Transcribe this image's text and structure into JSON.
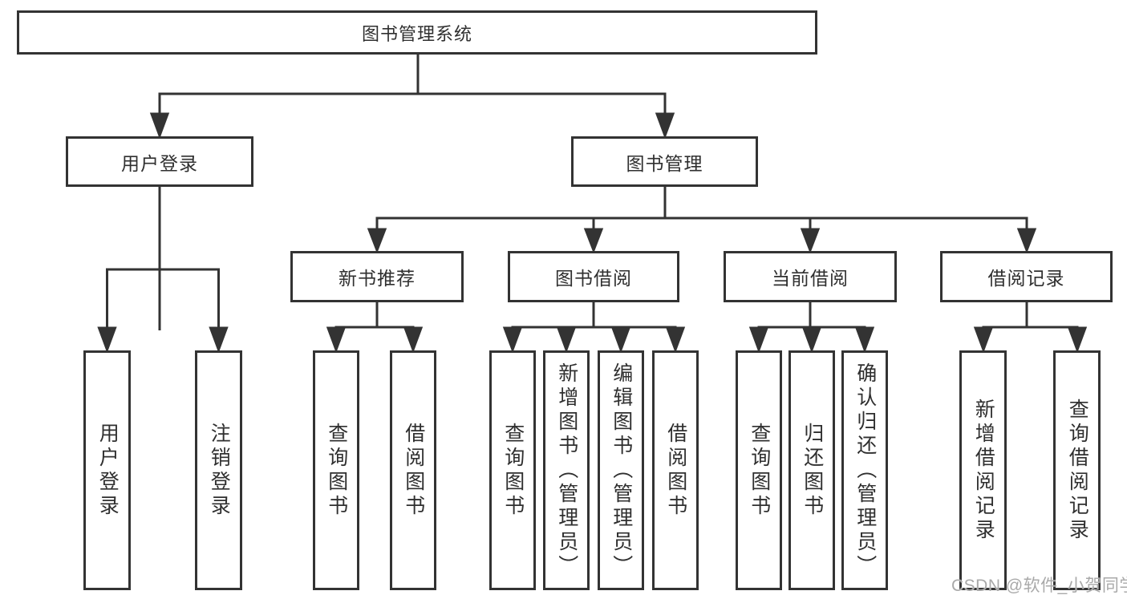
{
  "diagram": {
    "title": "图书管理系统",
    "nodes": {
      "root": "图书管理系统",
      "l2": [
        "用户登录",
        "图书管理"
      ],
      "l3": [
        "新书推荐",
        "图书借阅",
        "当前借阅",
        "借阅记录"
      ],
      "leaves": {
        "login": [
          "用户登录",
          "注销登录"
        ],
        "recommend": [
          "查询图书",
          "借阅图书"
        ],
        "borrow": [
          "查询图书",
          "新增图书（管理员）",
          "编辑图书（管理员）",
          "借阅图书"
        ],
        "current": [
          "查询图书",
          "归还图书",
          "确认归还（管理员）"
        ],
        "records": [
          "新增借阅记录",
          "查询借阅记录"
        ]
      }
    },
    "colors": {
      "line": "#333333",
      "text": "#2f2f2f",
      "watermark": "#a9a9a9",
      "background": "#ffffff"
    }
  },
  "watermark": "CSDN @软件_小贺同学"
}
